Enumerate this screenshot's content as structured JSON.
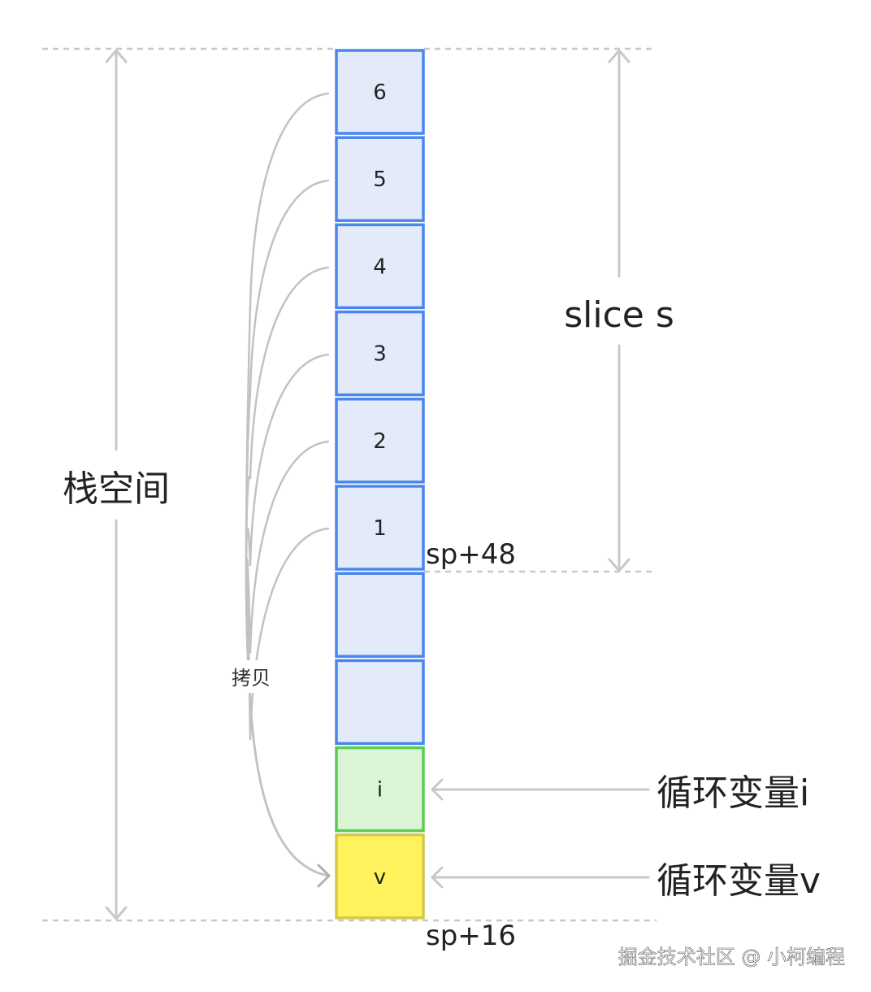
{
  "stack_cells": [
    {
      "label": "6",
      "kind": "slice"
    },
    {
      "label": "5",
      "kind": "slice"
    },
    {
      "label": "4",
      "kind": "slice"
    },
    {
      "label": "3",
      "kind": "slice"
    },
    {
      "label": "2",
      "kind": "slice"
    },
    {
      "label": "1",
      "kind": "slice"
    },
    {
      "label": "",
      "kind": "slice"
    },
    {
      "label": "",
      "kind": "slice"
    },
    {
      "label": "i",
      "kind": "loop-i"
    },
    {
      "label": "v",
      "kind": "loop-v"
    }
  ],
  "labels": {
    "stack_space": "栈空间",
    "slice_s": "slice s",
    "copy": "拷贝",
    "loop_var_i": "循环变量i",
    "loop_var_v": "循环变量v",
    "sp48": "sp+48",
    "sp16": "sp+16",
    "watermark": "掘金技术社区 @ 小柯编程"
  },
  "colors": {
    "slice_fill": "#e3ebfb",
    "slice_stroke": "#4a86f0",
    "i_fill": "#d9f5d6",
    "i_stroke": "#5ccb52",
    "v_fill": "#fff25c",
    "v_stroke": "#d4c84a",
    "guide": "#c8c8c8",
    "curve": "#c2c2c2",
    "text": "#222222"
  }
}
